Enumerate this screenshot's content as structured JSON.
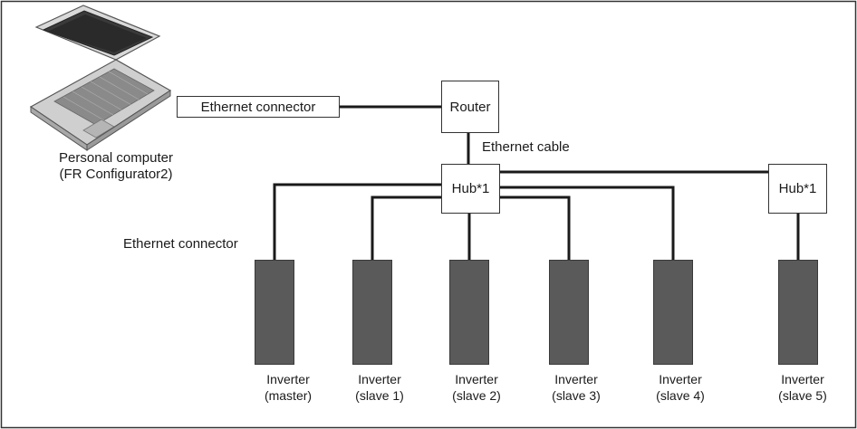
{
  "colors": {
    "border": "#333333",
    "line": "#1a1a1a",
    "inverter_fill": "#5a5a5a",
    "background": "#ffffff"
  },
  "computer": {
    "icon": "laptop-icon",
    "label_line1": "Personal computer",
    "label_line2": "(FR Configurator2)"
  },
  "ethernet_connector_pc": "Ethernet connector",
  "router": "Router",
  "ethernet_cable": "Ethernet cable",
  "hub_main": "Hub*1",
  "hub_secondary": "Hub*1",
  "ethernet_connector_inverter": "Ethernet connector",
  "inverters": [
    {
      "name": "Inverter",
      "role": "(master)"
    },
    {
      "name": "Inverter",
      "role": "(slave 1)"
    },
    {
      "name": "Inverter",
      "role": "(slave 2)"
    },
    {
      "name": "Inverter",
      "role": "(slave 3)"
    },
    {
      "name": "Inverter",
      "role": "(slave 4)"
    },
    {
      "name": "Inverter",
      "role": "(slave 5)"
    }
  ]
}
